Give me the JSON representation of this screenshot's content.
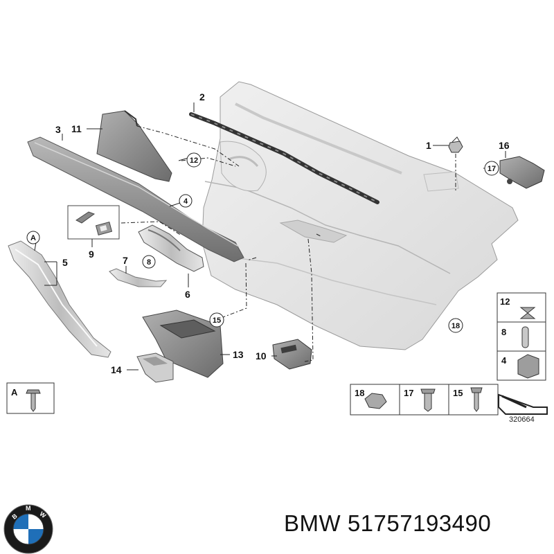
{
  "callouts": {
    "c1": "1",
    "c2": "2",
    "c3": "3",
    "c4": "4",
    "c5": "5",
    "c6": "6",
    "c7": "7",
    "c8": "8",
    "c9": "9",
    "c10": "10",
    "c11": "11",
    "c12": "12",
    "c13": "13",
    "c14": "14",
    "c15": "15",
    "c16": "16",
    "c17": "17",
    "c18": "18",
    "cA": "A"
  },
  "legend": {
    "a": "A",
    "s18": "18",
    "s17": "17",
    "s15": "15",
    "s12": "12",
    "s8": "8",
    "s4": "4"
  },
  "reference_number": "320664",
  "caption": {
    "brand": "BMW",
    "part_number": "51757193490"
  },
  "colors": {
    "part_fill": "#d9d9d9",
    "part_dark": "#8c8c8c",
    "line": "#222222",
    "brand_blue": "#1f6fb8"
  }
}
